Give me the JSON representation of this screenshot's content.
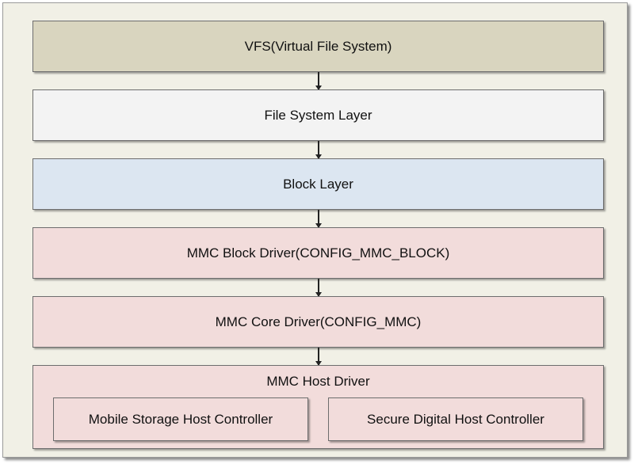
{
  "diagram": {
    "layers": [
      {
        "label": "VFS(Virtual File System)",
        "fill": "#d9d5bf"
      },
      {
        "label": "File System Layer",
        "fill": "#f3f3f3"
      },
      {
        "label": "Block Layer",
        "fill": "#dce6f1"
      },
      {
        "label": "MMC Block Driver(CONFIG_MMC_BLOCK)",
        "fill": "#f2dcdb"
      },
      {
        "label": "MMC Core Driver(CONFIG_MMC)",
        "fill": "#f2dcdb"
      }
    ],
    "host": {
      "label": "MMC Host Driver",
      "fill": "#f2dcdb",
      "controllers": [
        {
          "label": "Mobile Storage Host Controller",
          "fill": "#f2dcdb"
        },
        {
          "label": "Secure Digital Host Controller",
          "fill": "#f2dcdb"
        }
      ]
    },
    "colors": {
      "background": "#f1f0e6",
      "border": "#6d6d6d",
      "arrow": "#222222"
    }
  }
}
